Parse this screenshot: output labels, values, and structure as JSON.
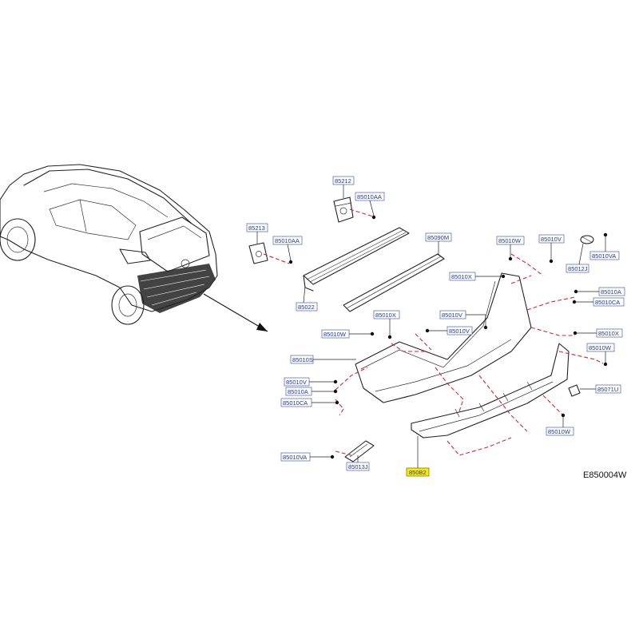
{
  "figure_code": "E850004W",
  "parts": {
    "p85212": "85212",
    "p85010AA_top": "85010AA",
    "p85213": "85213",
    "p85010AA_left": "85010AA",
    "p85090M": "85090M",
    "p85022": "85022",
    "p85010W_a": "85010W",
    "p85010V_a": "85010V",
    "p85010X_a": "85010X",
    "p85012J": "85012J",
    "p85010VA_a": "85010VA",
    "p85010A_a": "85010A",
    "p85010CA_a": "85010CA",
    "p85010X_b": "85010X",
    "p85010W_b": "85010W",
    "p85071U": "85071U",
    "p85010W_c": "85010W",
    "p85010X_c": "85010X",
    "p85010V_b": "85010V",
    "p85010W_d": "85010W",
    "p85010S": "85010S",
    "p85010V_c": "85010V",
    "p85010A_b": "85010A",
    "p85010CA_b": "85010CA",
    "p85010VA_b": "85010VA",
    "p85013J": "85013J",
    "p850B2": "850B2",
    "p85010V_d": "85010V"
  },
  "highlighted_part": "850B2",
  "colors": {
    "label_text": "#1f3a93",
    "highlight": "#ffeb00",
    "fastener_lines": "#d9262e"
  }
}
